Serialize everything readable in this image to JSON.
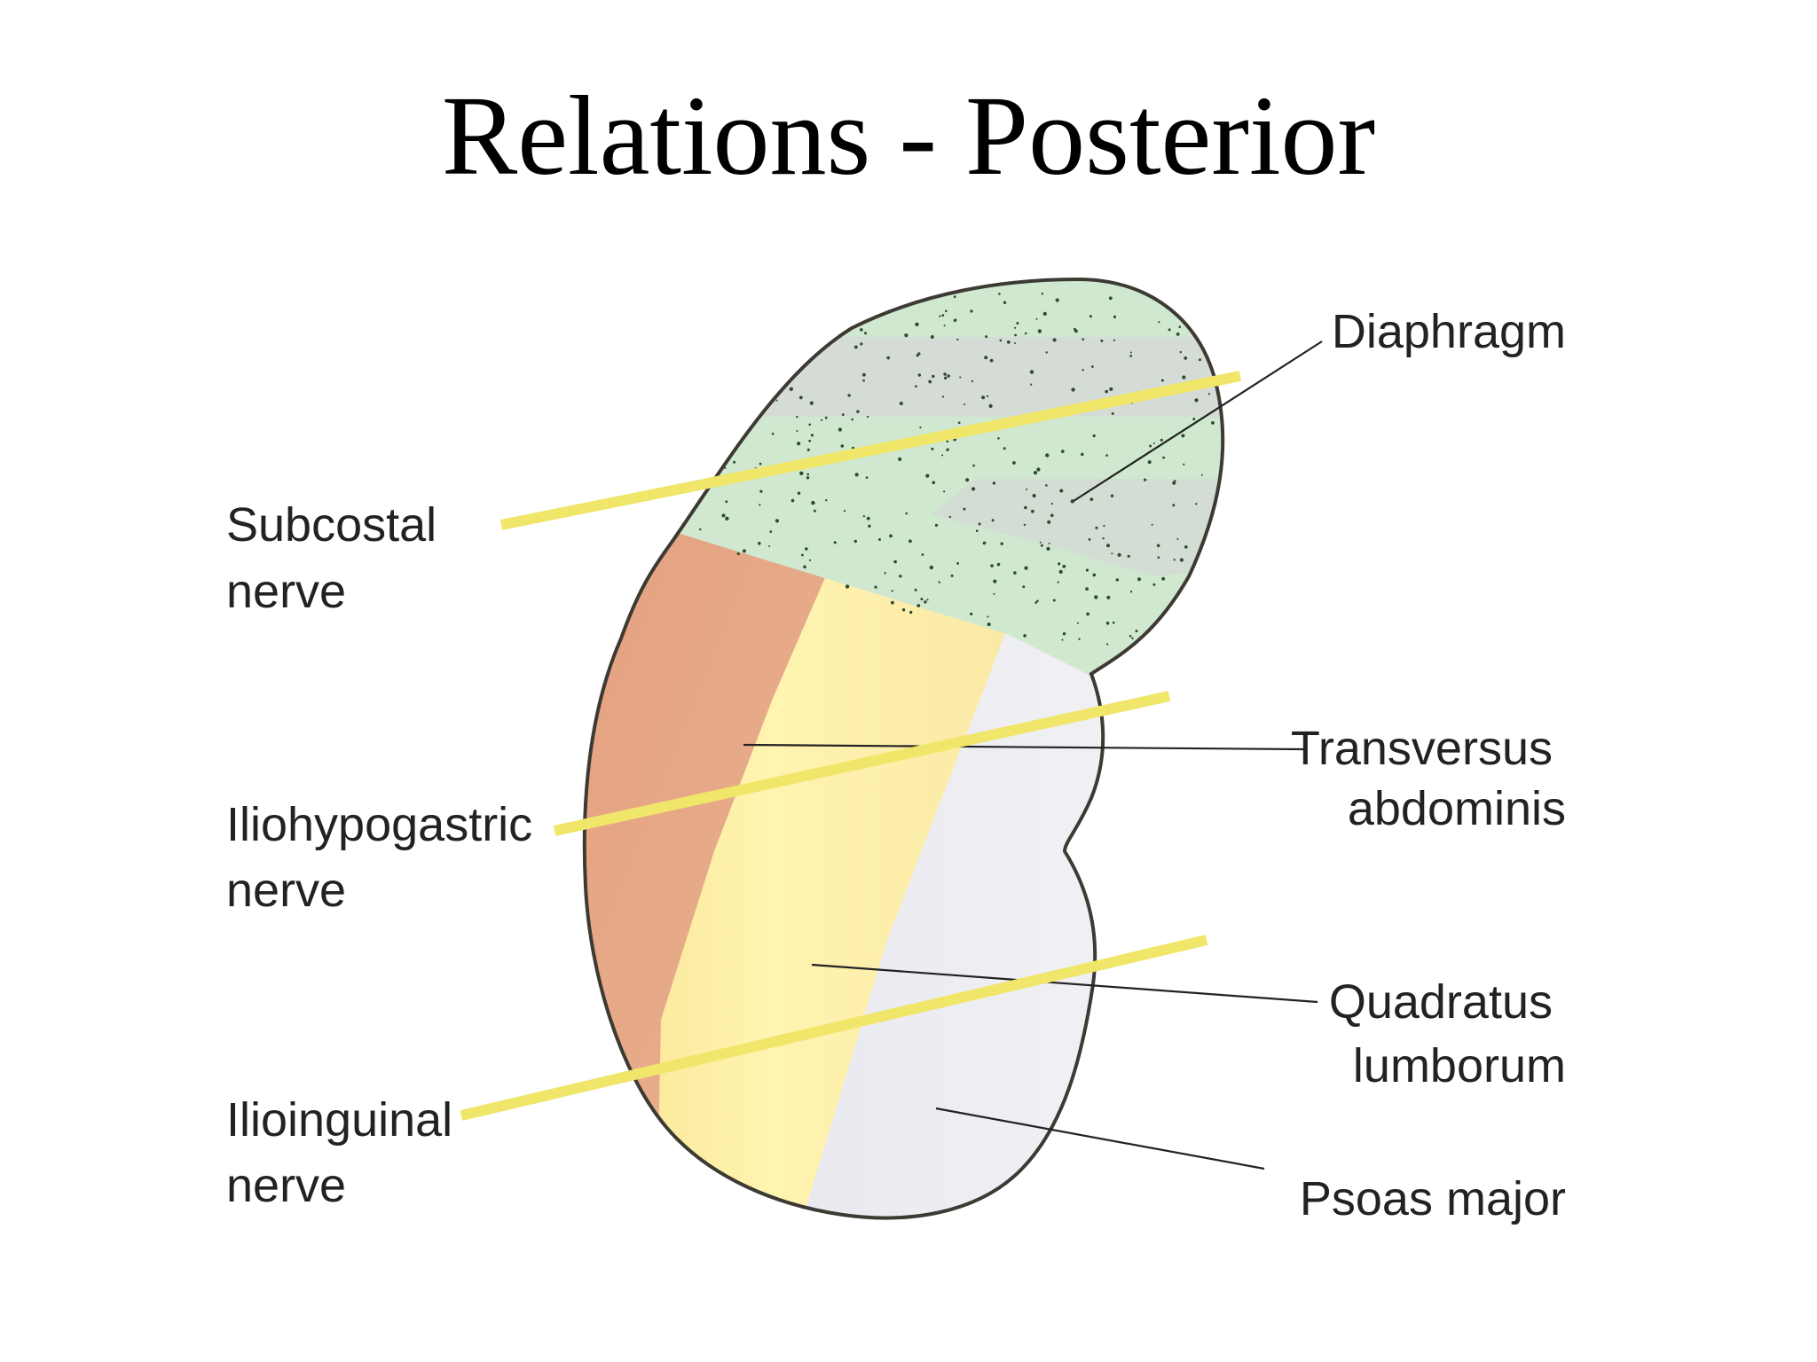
{
  "title": "Relations - Posterior",
  "labels": {
    "subcostal": [
      "Subcostal",
      "nerve"
    ],
    "iliohypogastric": [
      "Iliohypogastric",
      "nerve"
    ],
    "ilioinguinal": [
      "Ilioinguinal",
      "nerve"
    ],
    "diaphragm": [
      "Diaphragm"
    ],
    "transversus": [
      "Transversus",
      "abdominis"
    ],
    "quadratus": [
      "Quadratus",
      "lumborum"
    ],
    "psoas": [
      "Psoas major"
    ]
  },
  "colors": {
    "diaphragm_green": "#cfe8cf",
    "diaphragm_band": "#d4d9d4",
    "transversus_orange": "#e0a283",
    "quadratus_yellow": "#fbeda0",
    "psoas_gray": "#dadbe6",
    "nerve_yellow": "#f0e66a",
    "outline": "#3c3a33"
  }
}
